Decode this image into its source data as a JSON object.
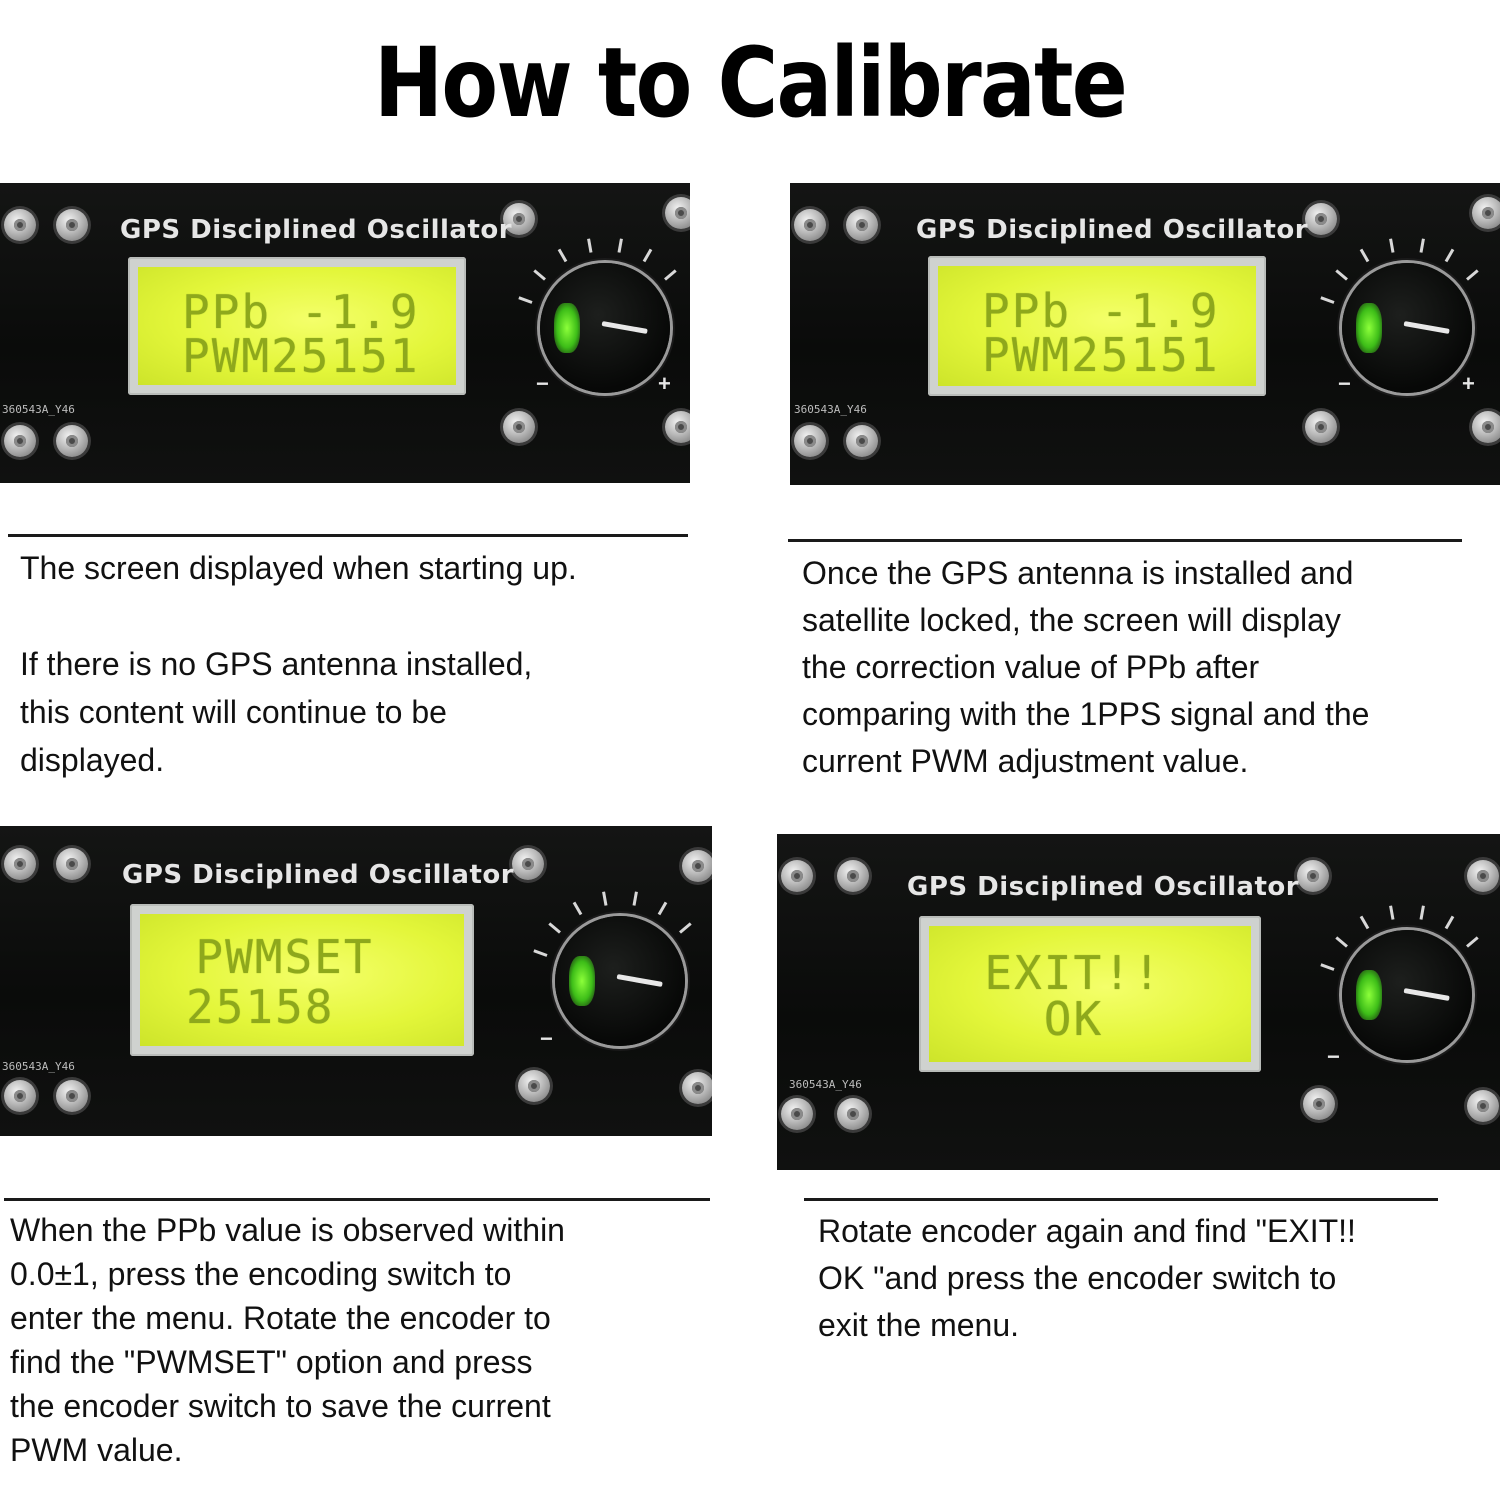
{
  "title": "How to Calibrate",
  "panels": [
    {
      "label": "GPS Disciplined Oscillator",
      "serial": "360543A_Y46",
      "lcd": [
        "PPb -1.9",
        "PWM25151"
      ]
    },
    {
      "label": "GPS Disciplined Oscillator",
      "serial": "360543A_Y46",
      "lcd": [
        "PPb -1.9",
        "PWM25151"
      ]
    },
    {
      "label": "GPS Disciplined Oscillator",
      "serial": "360543A_Y46",
      "lcd": [
        "  PWMSET",
        "25158"
      ]
    },
    {
      "label": "GPS Disciplined Oscillator",
      "serial": "360543A_Y46",
      "lcd": [
        "  EXIT!!",
        "    OK"
      ]
    }
  ],
  "descriptions": {
    "d1": [
      "The screen displayed when starting up.",
      "",
      "If there is no GPS antenna installed,",
      "this content will continue to be",
      "displayed."
    ],
    "d2": [
      "Once the GPS antenna is installed and",
      "satellite locked, the screen will display",
      "the correction value of PPb after",
      "comparing with the 1PPS signal and the",
      "current PWM adjustment value."
    ],
    "d3": [
      "When the PPb value is observed within",
      "0.0±1, press the encoding switch to",
      "enter the menu. Rotate the encoder to",
      "find the \"PWMSET\" option and press",
      "the encoder switch to save the current",
      "PWM value."
    ],
    "d4": [
      "Rotate encoder again and find \"EXIT!!",
      "OK \"and press the encoder switch to",
      "exit the menu."
    ]
  }
}
